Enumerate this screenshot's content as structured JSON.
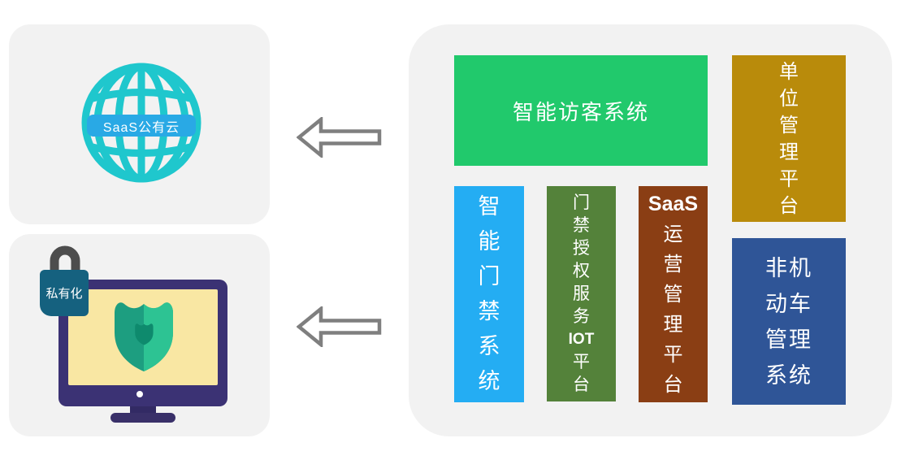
{
  "page": {
    "background": "#FFFFFF",
    "panel_color": "#F2F2F2"
  },
  "left": {
    "public_cloud": {
      "label": "SaaS公有云",
      "ribbon_color": "#29A9E5",
      "globe_color": "#1FC7CD"
    },
    "private": {
      "lock_label": "私有化",
      "lock_body_color": "#15617F",
      "lock_shackle_color": "#4D4D4D",
      "monitor_color": "#3B3274",
      "screen_color": "#F9E7A3",
      "shield_dark": "#1D9E80",
      "shield_light": "#2DC393",
      "shield_inner": "#0E8A6D"
    }
  },
  "arrows": {
    "color": "#7F7F7F",
    "direction": "left"
  },
  "right_panel": {
    "blocks": [
      {
        "id": "visitor-system",
        "label": "智能访客系统",
        "color": "#21C96C",
        "orientation": "horizontal"
      },
      {
        "id": "unit-management",
        "label": "单位管理平台",
        "color": "#B98B0B",
        "orientation": "vertical",
        "lines": [
          "单",
          "位",
          "管",
          "理",
          "平",
          "台"
        ]
      },
      {
        "id": "access-control",
        "label": "智能门禁系统",
        "color": "#24ADF3",
        "orientation": "vertical",
        "lines": [
          "智",
          "能",
          "门",
          "禁",
          "系",
          "统"
        ]
      },
      {
        "id": "iot-platform",
        "label": "门禁授权服务IOT平台",
        "color": "#54823A",
        "orientation": "vertical",
        "lines": [
          "门",
          "禁",
          "授",
          "权",
          "服",
          "务",
          "IOT",
          "平",
          "台"
        ]
      },
      {
        "id": "saas-operation",
        "label": "SaaS运营管理平台",
        "color": "#8A3E14",
        "orientation": "vertical",
        "lines": [
          "SaaS",
          "运",
          "营",
          "管",
          "理",
          "平",
          "台"
        ]
      },
      {
        "id": "non-motor-vehicle",
        "label": "非机动车管理系统",
        "color": "#2F5597",
        "orientation": "wrapped",
        "lines": [
          "非机",
          "动车",
          "管理",
          "系统"
        ]
      }
    ]
  }
}
